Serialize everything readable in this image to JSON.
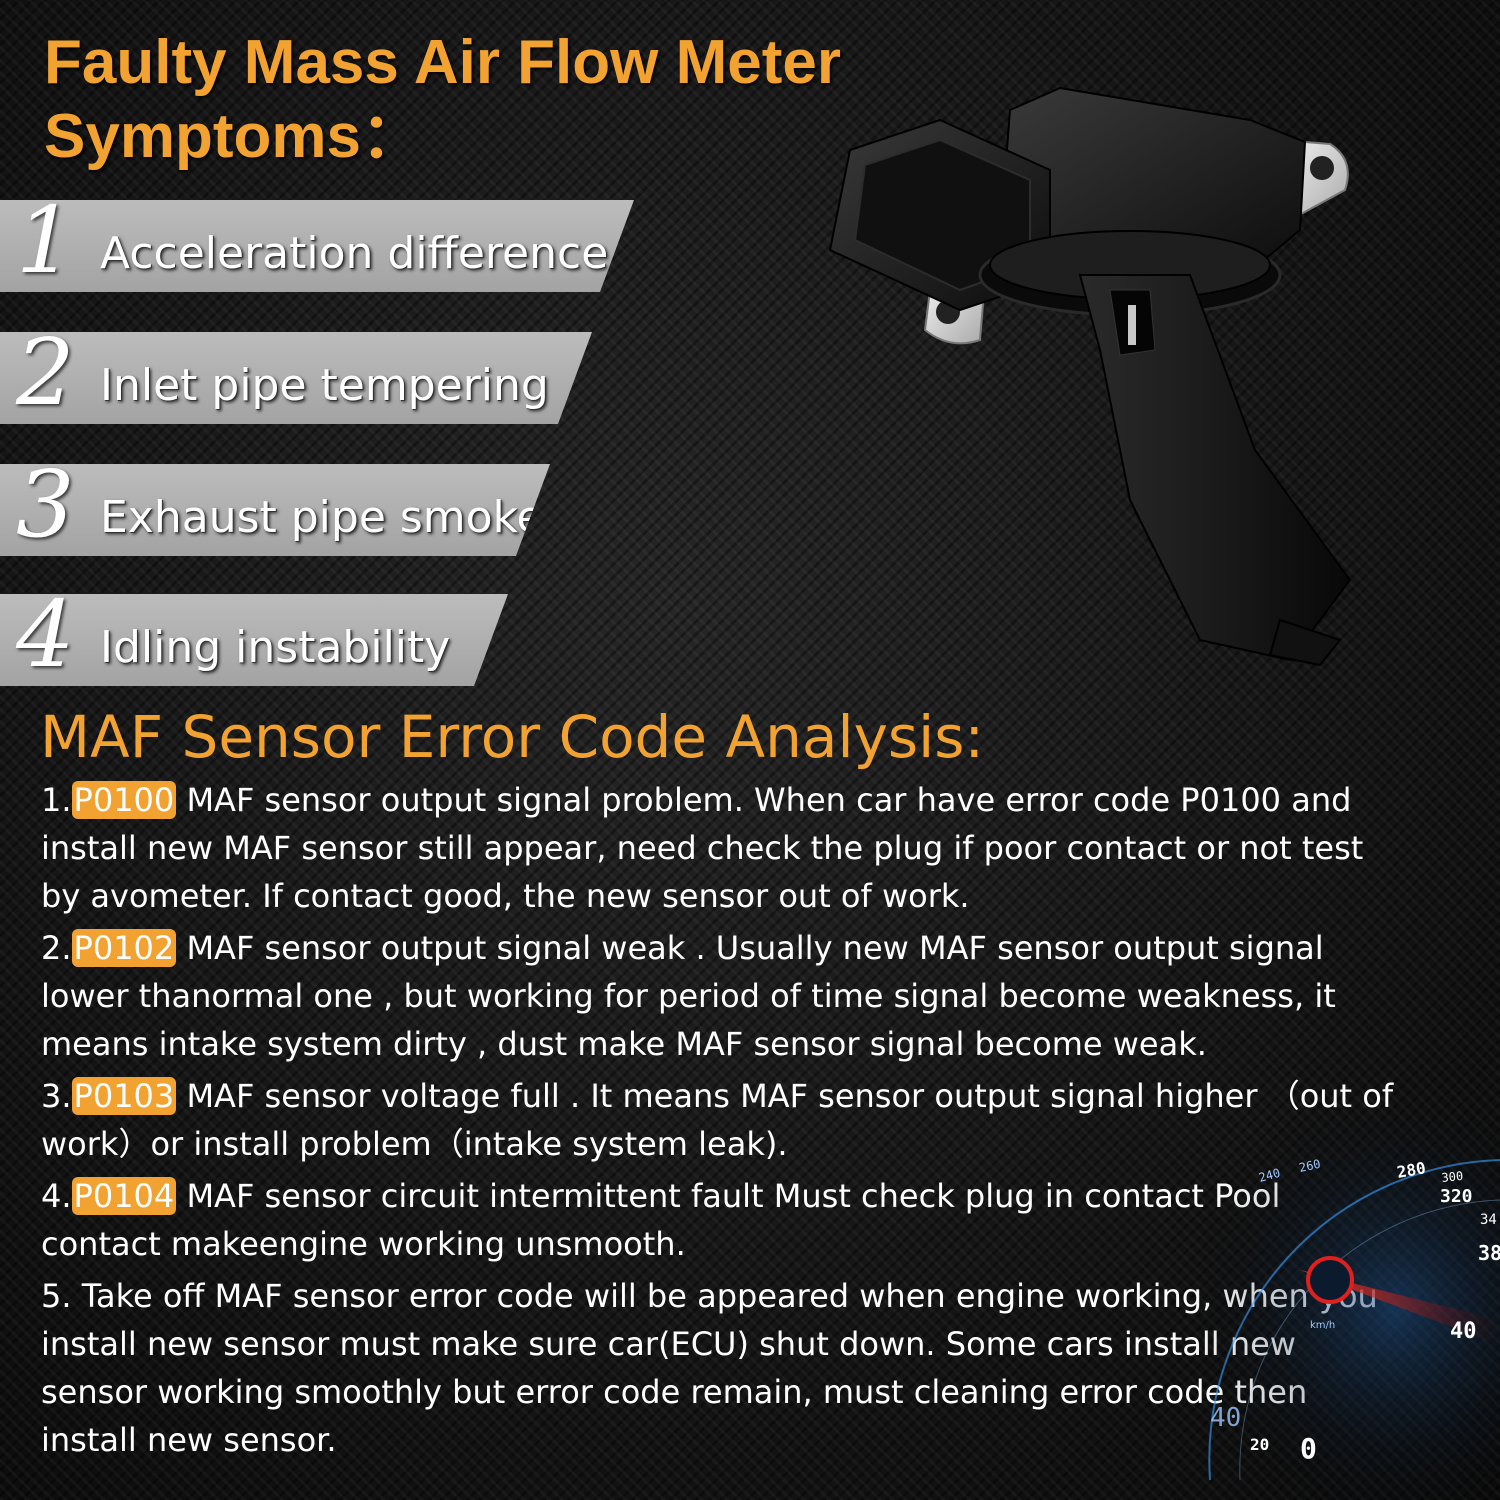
{
  "title": {
    "line1": "Faulty Mass Air Flow Meter",
    "line2": "Symptoms："
  },
  "symptoms": [
    {
      "number": "1",
      "label": "Acceleration difference"
    },
    {
      "number": "2",
      "label": "Inlet pipe tempering"
    },
    {
      "number": "3",
      "label": "Exhaust pipe smoke"
    },
    {
      "number": "4",
      "label": "Idling instability"
    }
  ],
  "analysis": {
    "heading": "MAF Sensor Error Code Analysis:",
    "items": [
      {
        "prefix": "1.",
        "code": "P0100",
        "text": " MAF sensor output signal problem. When car have error code P0100 and install new MAF sensor still appear, need check the plug if poor contact or not test by avometer. If contact good, the new sensor out of work."
      },
      {
        "prefix": "2.",
        "code": "P0102",
        "text": " MAF sensor output signal weak . Usually new MAF sensor output signal lower thanormal one , but working for period of time signal become weakness, it means intake system dirty , dust make MAF sensor signal become weak."
      },
      {
        "prefix": "3.",
        "code": "P0103",
        "text": " MAF sensor voltage full . It means MAF sensor output signal higher （out of work）or install problem（intake system leak)."
      },
      {
        "prefix": "4.",
        "code": "P0104",
        "text": " MAF sensor circuit intermittent fault Must check plug in contact Pool contact makeengine working unsmooth."
      },
      {
        "prefix": "5.",
        "code": "",
        "text": " Take off MAF sensor error code will be appeared when engine working, when you install new sensor must make sure car(ECU) shut down. Some cars install new sensor working smoothly but error code remain, must cleaning error code then install new sensor."
      }
    ]
  },
  "speedometer": {
    "ticks": [
      "240",
      "260",
      "280",
      "300",
      "320",
      "34",
      "38",
      "40",
      "40",
      "20",
      "0"
    ],
    "unit": "km/h"
  },
  "colors": {
    "accent": "#f1a230",
    "background": "#161616",
    "banner": "#b3b3b3",
    "gauge_needle": "#e0201e",
    "gauge_glow": "#3aa0ff"
  }
}
